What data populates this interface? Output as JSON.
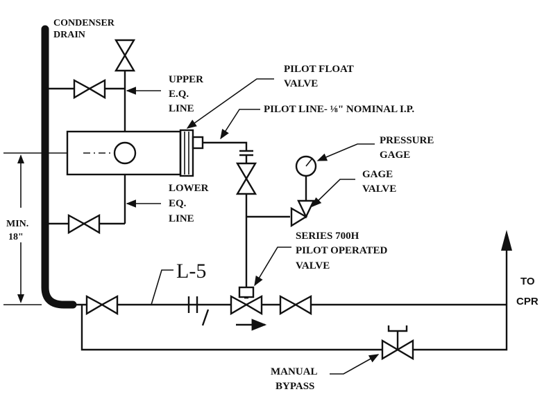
{
  "labels": {
    "condenser_drain": [
      "CONDENSER",
      "DRAIN"
    ],
    "upper_eq_line": [
      "UPPER",
      "E.Q.",
      "LINE"
    ],
    "pilot_float_valve": [
      "PILOT FLOAT",
      "VALVE"
    ],
    "pilot_line": "PILOT LINE- ⅛\" NOMINAL I.P.",
    "pressure_gage": [
      "PRESSURE",
      "GAGE"
    ],
    "gage_valve": [
      "GAGE",
      "VALVE"
    ],
    "lower_eq_line": [
      "LOWER",
      "EQ.",
      "LINE"
    ],
    "min_height": [
      "MIN.",
      "18\""
    ],
    "series_valve": [
      "SERIES 700H",
      "PILOT OPERATED",
      "VALVE"
    ],
    "line_id": "L-5",
    "to_cpr": [
      "TO",
      "CPR"
    ],
    "manual_bypass": [
      "MANUAL",
      "BYPASS"
    ]
  },
  "colors": {
    "ink": "#111111",
    "background": "#ffffff"
  }
}
